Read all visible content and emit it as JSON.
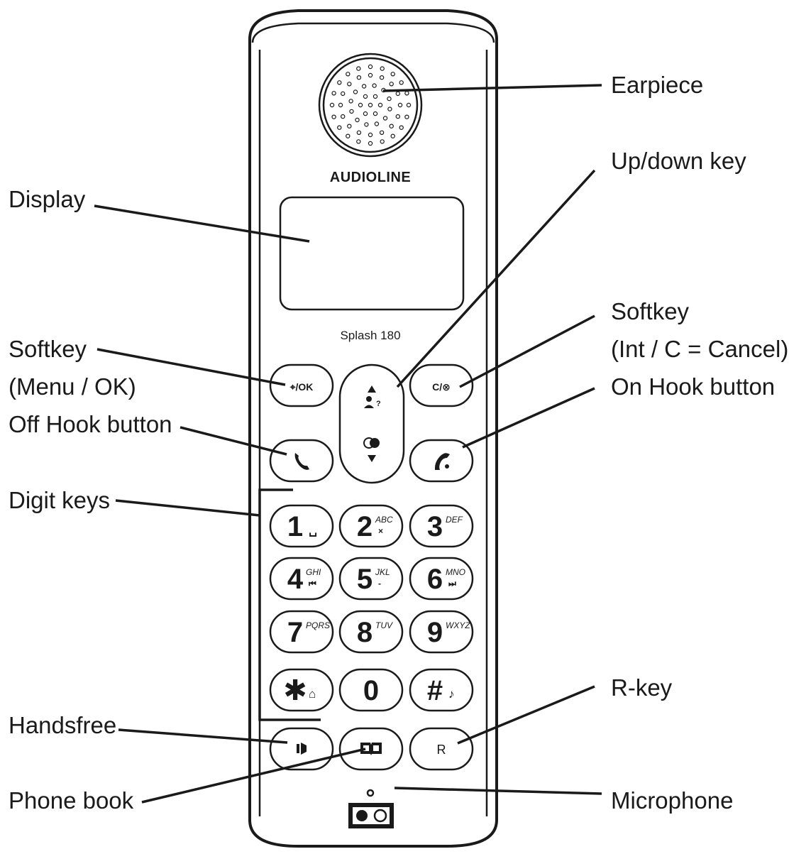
{
  "phone": {
    "brand": "AUDIOLINE",
    "model": "Splash 180",
    "soft_left": "⌖/OK",
    "soft_right": "C/⊗",
    "r_key": "R"
  },
  "keypad": [
    {
      "digit": "1",
      "letters": "",
      "extra": "␣"
    },
    {
      "digit": "2",
      "letters": "ABC",
      "extra": "×"
    },
    {
      "digit": "3",
      "letters": "DEF",
      "extra": ""
    },
    {
      "digit": "4",
      "letters": "GHI",
      "extra": "⏮"
    },
    {
      "digit": "5",
      "letters": "JKL",
      "extra": "-"
    },
    {
      "digit": "6",
      "letters": "MNO",
      "extra": "⏭"
    },
    {
      "digit": "7",
      "letters": "PQRS",
      "extra": ""
    },
    {
      "digit": "8",
      "letters": "TUV",
      "extra": ""
    },
    {
      "digit": "9",
      "letters": "WXYZ",
      "extra": ""
    },
    {
      "digit": "✱",
      "letters": "",
      "extra": "⌂"
    },
    {
      "digit": "0",
      "letters": "",
      "extra": ""
    },
    {
      "digit": "#",
      "letters": "",
      "extra": "♪"
    }
  ],
  "labels": {
    "earpiece": "Earpiece",
    "up_down_key": "Up/down key",
    "display": "Display",
    "softkey_left_1": "Softkey",
    "softkey_left_2": "(Menu / OK)",
    "softkey_right_1": "Softkey",
    "softkey_right_2": "(Int / C = Cancel)",
    "on_hook": "On Hook button",
    "off_hook": "Off Hook button",
    "digit_keys": "Digit keys",
    "handsfree": "Handsfree",
    "r_key": "R-key",
    "phone_book": "Phone book",
    "microphone": "Microphone"
  }
}
